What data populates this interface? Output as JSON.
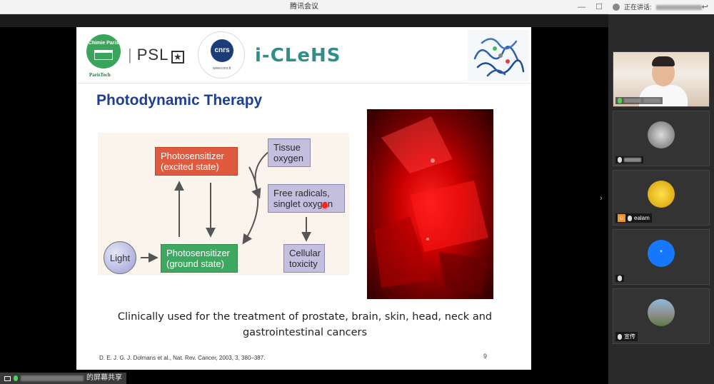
{
  "window": {
    "title": "腾讯会议"
  },
  "slide": {
    "logos": {
      "chimie_top": "Chimie Paris",
      "chimie_bottom": "ParisTech",
      "psl": "PSL",
      "cnrs": "cnrs",
      "cnrs_url": "www.cnrs.fr",
      "iclehs": "i-CLeHS"
    },
    "title": "Photodynamic Therapy",
    "diagram": {
      "excited": "Photosensitizer\n(excited state)",
      "ground": "Photosensitizer\n(ground state)",
      "tissue": "Tissue\noxygen",
      "radicals": "Free radicals,\nsinglet oxygen",
      "toxicity": "Cellular\ntoxicity",
      "light": "Light"
    },
    "caption": "Clinically used for the treatment of prostate, brain, skin, head, neck and gastrointestinal cancers",
    "reference": "D. E. J. G. J. Dolmans et al., Nat. Rev. Cancer, 2003, 3, 380–387.",
    "page_number": "9"
  },
  "share_bar": {
    "suffix": "的屏幕共享"
  },
  "right_panel": {
    "speaking_label": "正在讲话:",
    "participants": [
      {
        "name": "",
        "type": "video"
      },
      {
        "name": "",
        "type": "avatar"
      },
      {
        "name": "ealam",
        "type": "avatar"
      },
      {
        "name": "",
        "type": "avatar-blue",
        "initial": "*"
      },
      {
        "name": "宣传",
        "type": "avatar"
      }
    ]
  },
  "colors": {
    "title_blue": "#1f3f95",
    "excited_red": "#e05a3f",
    "ground_green": "#3ea860",
    "lavender": "#c4bfde"
  }
}
